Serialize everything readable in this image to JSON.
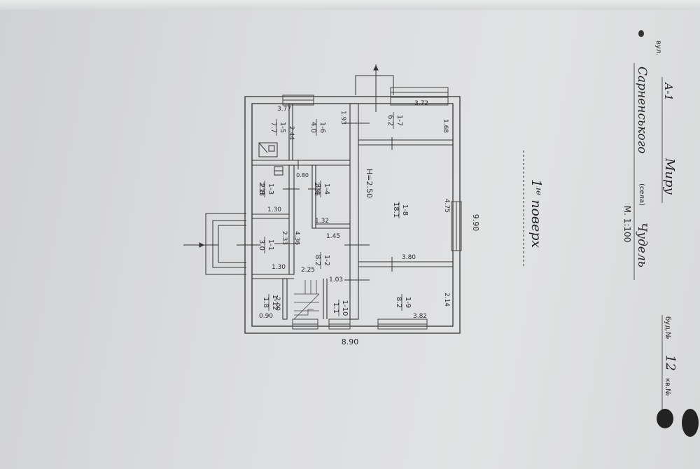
{
  "plan": {
    "floor_title": "1ᶦᵉ поверх",
    "scale": "М. 1:100",
    "height_mark": "H=2.50",
    "overall_width": "8.90",
    "overall_depth": "9.90"
  },
  "stamp": {
    "letter": "А-1",
    "street_prefix": "вул.",
    "street": "Миру",
    "village_name": "Сарненського",
    "village_type": "(села)",
    "settlement": "Чудель",
    "house_label": "буд.№",
    "house_no": "12",
    "apt_label": "кв.№"
  },
  "rooms": [
    {
      "id": "1-5",
      "area": "7.7",
      "dims": [
        "3.77",
        "2.44"
      ]
    },
    {
      "id": "1-6",
      "area": "4.0",
      "dims": [
        "1.93"
      ]
    },
    {
      "id": "1-7",
      "area": "6.2",
      "dims": [
        "3.72",
        "1.68"
      ]
    },
    {
      "id": "1-3",
      "area": "2.8",
      "dims": [
        "2.13",
        "1.30"
      ]
    },
    {
      "id": "1-4",
      "area": "3.4",
      "dims": [
        "2.55",
        "1.32"
      ]
    },
    {
      "id": "1-8",
      "area": "18.1",
      "dims": [
        "4.75",
        "3.80"
      ]
    },
    {
      "id": "1-1",
      "area": "3.0",
      "dims": [
        "2.33",
        "1.30"
      ]
    },
    {
      "id": "1-2",
      "area": "8.2",
      "dims": [
        "4.36",
        "1.45",
        "2.25"
      ]
    },
    {
      "id": "1-12",
      "area": "1.8",
      "dims": [
        "2.00",
        "0.90"
      ]
    },
    {
      "id": "1-10",
      "area": "1.1",
      "dims": [
        "1.03"
      ]
    },
    {
      "id": "1-9",
      "area": "8.2",
      "dims": [
        "2.14",
        "3.82"
      ]
    }
  ],
  "misc_dims": [
    "0.80"
  ]
}
